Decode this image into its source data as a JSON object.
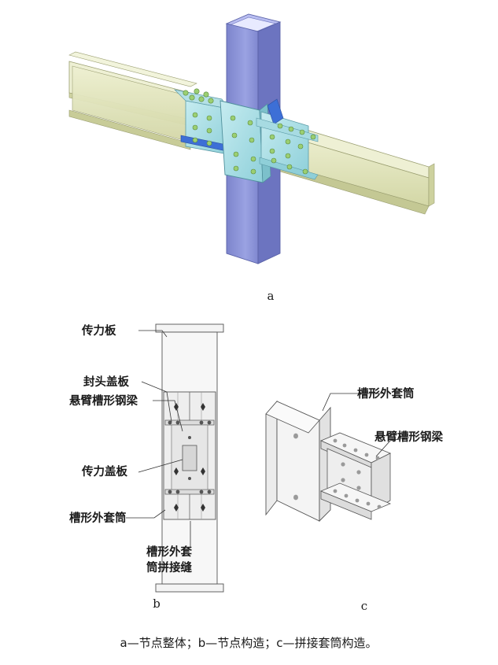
{
  "panel_a": {
    "letter": "a"
  },
  "panel_b": {
    "letter": "b",
    "labels": {
      "force_plate": "传力板",
      "end_cover_plate": "封头盖板",
      "cantilever_beam": "悬臂槽形钢梁",
      "force_cover_plate": "传力盖板",
      "channel_sleeve": "槽形外套筒",
      "seam_line1": "槽形外套",
      "seam_line2": "筒拼接缝"
    }
  },
  "panel_c": {
    "letter": "c",
    "labels": {
      "channel_sleeve": "槽形外套筒",
      "cantilever_beam": "悬臂槽形钢梁"
    }
  },
  "caption": "a—节点整体；b—节点构造；c—拼接套筒构造。",
  "colors": {
    "column": "#8b93d8",
    "column_dark": "#6f77c2",
    "beam": "#e4e8c0",
    "beam_dark": "#c9ce9c",
    "plate": "#a9dfe6",
    "plate_dark": "#7cc5d0",
    "blue_plate": "#3d6fd6"
  }
}
